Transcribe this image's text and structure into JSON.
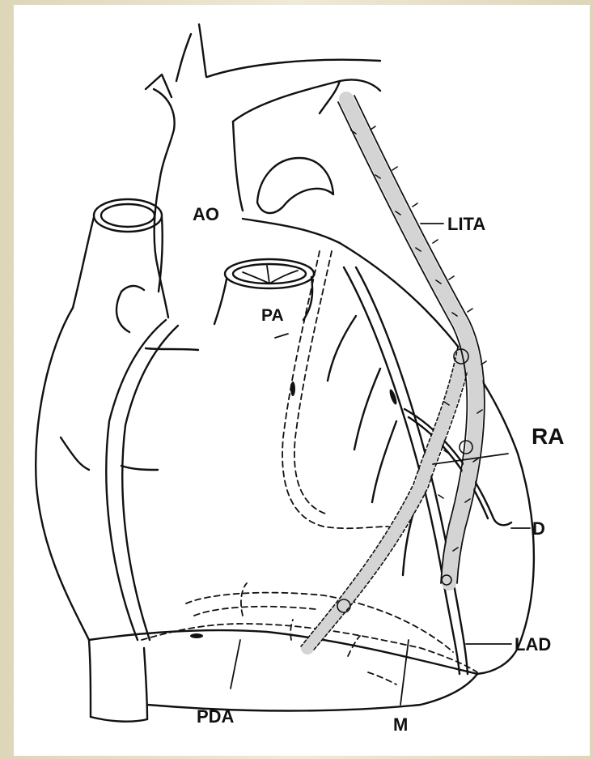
{
  "labels": {
    "ao": "AO",
    "pa": "PA",
    "lita": "LITA",
    "ra": "RA",
    "d": "D",
    "lad": "LAD",
    "pda": "PDA",
    "m": "M"
  },
  "colors": {
    "background": "#e8e2c9",
    "panel": "#ffffff",
    "ink": "#111111",
    "graft": "#d4d4d4"
  }
}
